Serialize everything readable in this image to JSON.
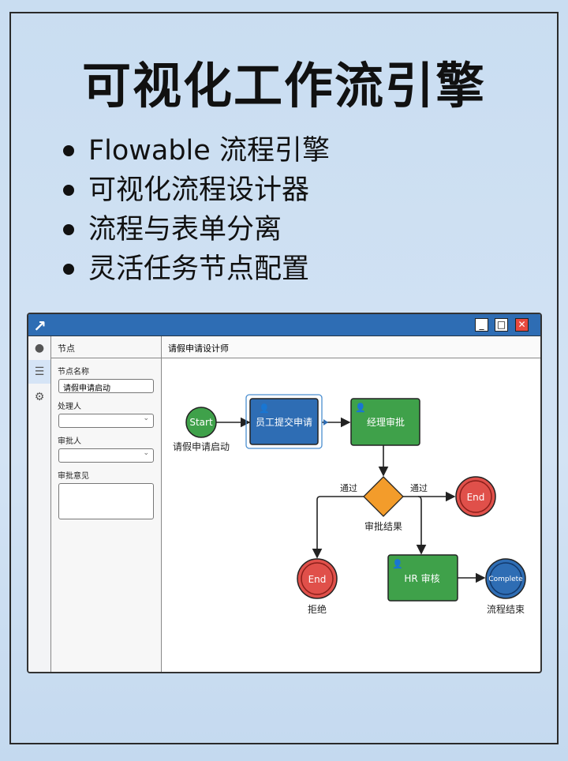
{
  "title": "可视化工作流引擎",
  "bullets": [
    "Flowable 流程引擎",
    "可视化流程设计器",
    "流程与表单分离",
    "灵活任务节点配置"
  ],
  "window": {
    "logo": "↗",
    "controls": {
      "minimize": "_",
      "maximize": "□",
      "close": "✕"
    },
    "panel": {
      "header": "节点",
      "name_label": "节点名称",
      "name_value": "请假申请启动",
      "handler_label": "处理人",
      "handler_value": "",
      "approver_label": "审批人",
      "approver_value": "",
      "comment_label": "审批意见",
      "comment_value": ""
    },
    "canvas_title": "请假申请设计师",
    "diagram": {
      "start": "Start",
      "start_label": "请假申请启动",
      "task1": "员工提交申请",
      "task2": "经理审批",
      "gateway_label": "审批结果",
      "pass_left": "通过",
      "pass_right": "通过",
      "end_right": "End",
      "end_reject": "End",
      "reject_label": "拒绝",
      "task3": "HR 审核",
      "complete": "Complete",
      "complete_label": "流程结束"
    }
  },
  "colors": {
    "blue": "#2e6db4",
    "green": "#3fa14a",
    "red": "#e0504a",
    "orange": "#f39c2b"
  }
}
